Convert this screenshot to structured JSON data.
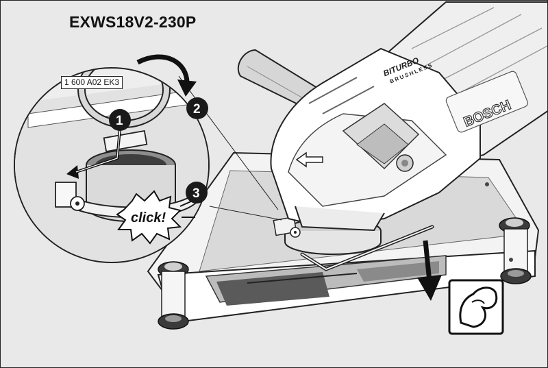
{
  "model": "EXWS18V2-230P",
  "part_number": "1 600 A02 EK3",
  "steps": [
    "1",
    "2",
    "3"
  ],
  "click_label": "click!",
  "tool": {
    "brand": "BOSCH",
    "series": "BITURBO",
    "subline": "BRUSHLESS"
  },
  "colors": {
    "step_badge": "#1a1a1a",
    "background": "#e9e9e9",
    "outline": "#222222"
  },
  "icons": [
    "rotate-arrow-icon",
    "push-down-arrow-icon",
    "hand-force-icon",
    "click-burst-icon"
  ]
}
